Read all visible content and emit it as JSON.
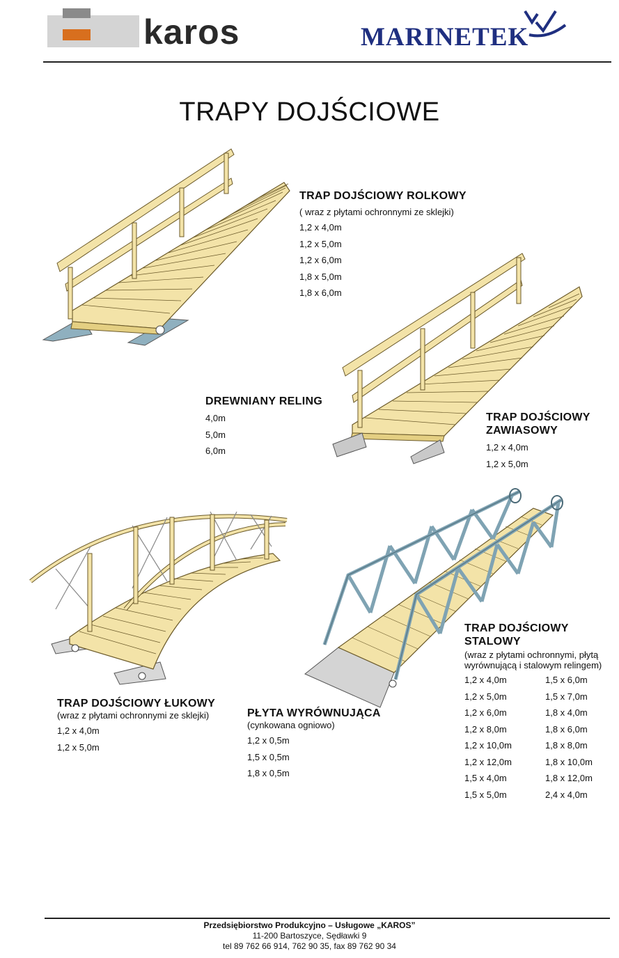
{
  "header": {
    "karos_logo_text": "karos",
    "marinetek_logo_text": "MARINETEK"
  },
  "title": "TRAPY DOJŚCIOWE",
  "products": {
    "rolkowy": {
      "heading": "TRAP DOJŚCIOWY ROLKOWY",
      "note": "( wraz z płytami ochronnymi ze sklejki)",
      "sizes": [
        "1,2 x 4,0m",
        "1,2 x 5,0m",
        "1,2 x 6,0m",
        "1,8 x 5,0m",
        "1,8 x 6,0m"
      ]
    },
    "reling": {
      "heading": "DREWNIANY RELING",
      "sizes": [
        "4,0m",
        "5,0m",
        "6,0m"
      ]
    },
    "zawiasowy": {
      "heading_line1": "TRAP DOJŚCIOWY",
      "heading_line2": "ZAWIASOWY",
      "sizes": [
        "1,2 x 4,0m",
        "1,2 x 5,0m"
      ]
    },
    "lukowy": {
      "heading": "TRAP DOJŚCIOWY ŁUKOWY",
      "note": "(wraz z płytami ochronnymi ze sklejki)",
      "sizes": [
        "1,2 x 4,0m",
        "1,2 x 5,0m"
      ]
    },
    "plyta": {
      "heading": "PŁYTA WYRÓWNUJĄCA",
      "note": "(cynkowana ogniowo)",
      "sizes": [
        "1,2 x 0,5m",
        "1,5 x 0,5m",
        "1,8 x 0,5m"
      ]
    },
    "stalowy": {
      "heading_line1": "TRAP DOJŚCIOWY",
      "heading_line2": "STALOWY",
      "note_line1": "(wraz z płytami ochronnymi, płytą",
      "note_line2": "wyrównującą i stalowym relingem)",
      "sizes_col1": [
        "1,2 x 4,0m",
        "1,2 x 5,0m",
        "1,2 x 6,0m",
        "1,2 x 8,0m",
        "1,2 x 10,0m",
        "1,2 x 12,0m",
        "1,5 x 4,0m",
        "1,5 x 5,0m"
      ],
      "sizes_col2": [
        "1,5 x 6,0m",
        "1,5 x 7,0m",
        "1,8 x 4,0m",
        "1,8 x 6,0m",
        "1,8 x 8,0m",
        "1,8 x 10,0m",
        "1,8 x 12,0m",
        "2,4 x 4,0m"
      ]
    }
  },
  "footer": {
    "company": "Przedsiębiorstwo Produkcyjno – Usługowe „KAROS”",
    "address": "11-200 Bartoszyce, Sędławki 9",
    "contact": "tel 89 762 66 914, 762 90 35, fax 89 762 90 34"
  },
  "colors": {
    "wood": "#f3e3a8",
    "wood_stroke": "#6b5a2a",
    "steel": "#7fa3b3",
    "plate": "#8fb0bf",
    "karos_orange": "#d86f1e",
    "marinetek_blue": "#1f2f80"
  }
}
